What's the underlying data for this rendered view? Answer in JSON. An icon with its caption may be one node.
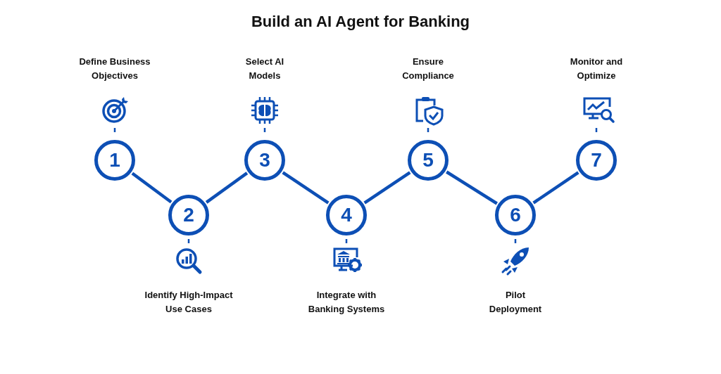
{
  "diagram": {
    "title": "Build an AI Agent for Banking",
    "nodes": [
      {
        "text": [
          "1"
        ]
      },
      {
        "text": [
          "2"
        ]
      },
      {
        "text": [
          "3"
        ]
      },
      {
        "text": [
          "4"
        ]
      },
      {
        "text": [
          "5"
        ]
      },
      {
        "text": [
          "6"
        ]
      },
      {
        "text": [
          "7"
        ]
      }
    ],
    "edges": [
      {
        "from": 0,
        "to": 1,
        "arrow": "none"
      },
      {
        "from": 1,
        "to": 2,
        "arrow": "none"
      },
      {
        "from": 2,
        "to": 3,
        "arrow": "none"
      },
      {
        "from": 3,
        "to": 4,
        "arrow": "none"
      },
      {
        "from": 4,
        "to": 5,
        "arrow": "none"
      },
      {
        "from": 5,
        "to": 6,
        "arrow": "none"
      }
    ],
    "labels": [
      "Define Business Objectives",
      "Identify High-Impact Use Cases",
      "Select AI Models",
      "Integrate with Banking Systems",
      "Ensure Compliance",
      "Pilot Deployment",
      "Monitor and Optimize"
    ]
  }
}
